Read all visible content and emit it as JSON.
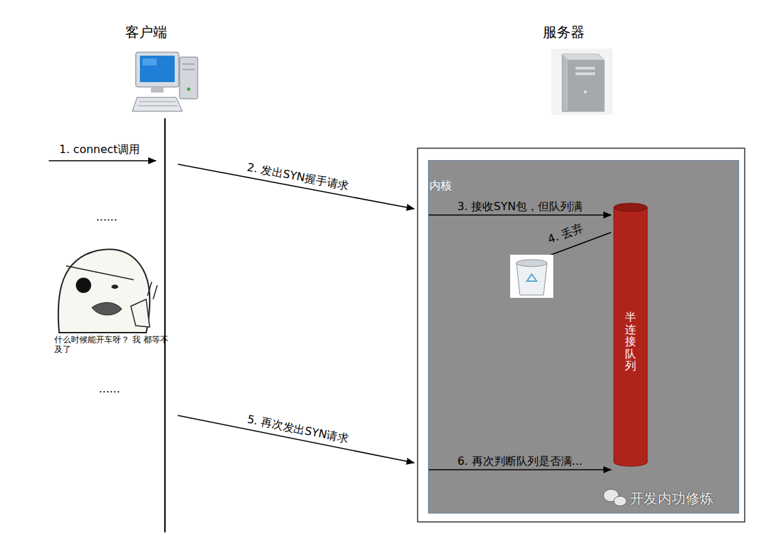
{
  "diagram": {
    "nodes": [
      {
        "text": [
          "客户端"
        ]
      },
      {
        "text": [
          "服务器"
        ]
      },
      {
        "text": [
          "内核"
        ]
      },
      {
        "text": [
          "半连接队列"
        ],
        "in": 2
      }
    ],
    "edges": [
      {
        "from": 0,
        "to": 2,
        "label": "2. 发出SYN握手请求",
        "arrow": "to"
      },
      {
        "from": 2,
        "to": 3,
        "label": "3. 接收SYN包，但队列满",
        "arrow": "to"
      },
      {
        "from": 0,
        "to": 2,
        "label": "5. 再次发出SYN请求",
        "arrow": "to"
      },
      {
        "from": 2,
        "to": 3,
        "label": "6. 再次判断队列是否满...",
        "arrow": "to"
      }
    ],
    "labels": [
      "1. connect调用",
      "4. 丢弃",
      "......",
      "什么时候能开车呀？ 我 都等不及了",
      "......",
      "开发内功修炼"
    ]
  }
}
